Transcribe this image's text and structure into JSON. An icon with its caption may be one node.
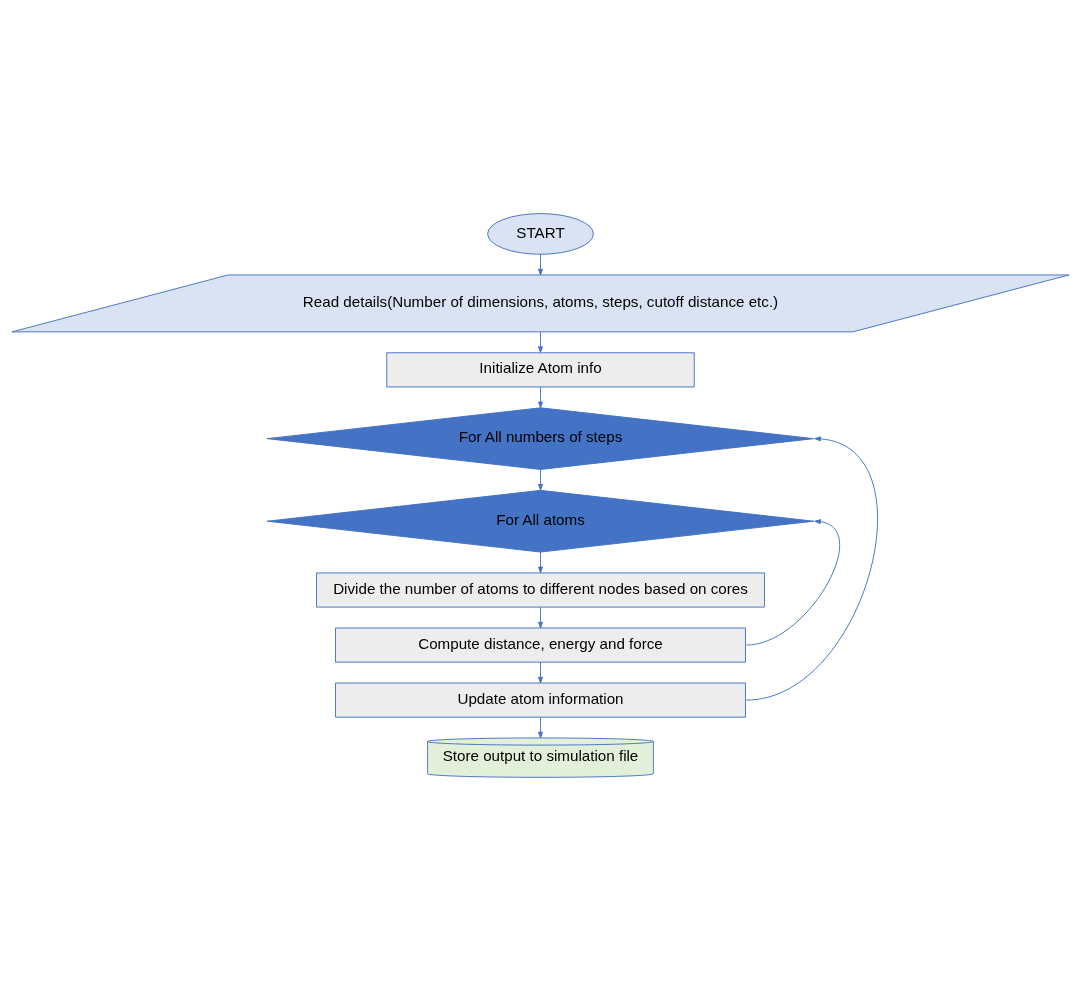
{
  "diagram": {
    "nodes": [
      {
        "text": [
          "START"
        ]
      },
      {
        "text": [
          "Read details(Number of dimensions, atoms, steps, cutoff distance etc.)"
        ]
      },
      {
        "text": [
          "Initialize Atom info"
        ]
      },
      {
        "text": [
          "For All numbers of steps"
        ]
      },
      {
        "text": [
          "For All atoms"
        ]
      },
      {
        "text": [
          "Divide the number of atoms to different nodes based on cores"
        ]
      },
      {
        "text": [
          "Compute distance, energy and force"
        ]
      },
      {
        "text": [
          "Update atom information"
        ]
      },
      {
        "text": [
          "Store output to simulation file"
        ]
      }
    ],
    "edges": [
      {
        "from": 0,
        "to": 1,
        "arrow": "to"
      },
      {
        "from": 1,
        "to": 2,
        "arrow": "to"
      },
      {
        "from": 2,
        "to": 3,
        "arrow": "to"
      },
      {
        "from": 3,
        "to": 4,
        "arrow": "to"
      },
      {
        "from": 4,
        "to": 5,
        "arrow": "to"
      },
      {
        "from": 5,
        "to": 6,
        "arrow": "to"
      },
      {
        "from": 6,
        "to": 7,
        "arrow": "to"
      },
      {
        "from": 7,
        "to": 8,
        "arrow": "to"
      },
      {
        "from": 6,
        "to": 4,
        "arrow": "to"
      },
      {
        "from": 7,
        "to": 3,
        "arrow": "to"
      }
    ]
  }
}
